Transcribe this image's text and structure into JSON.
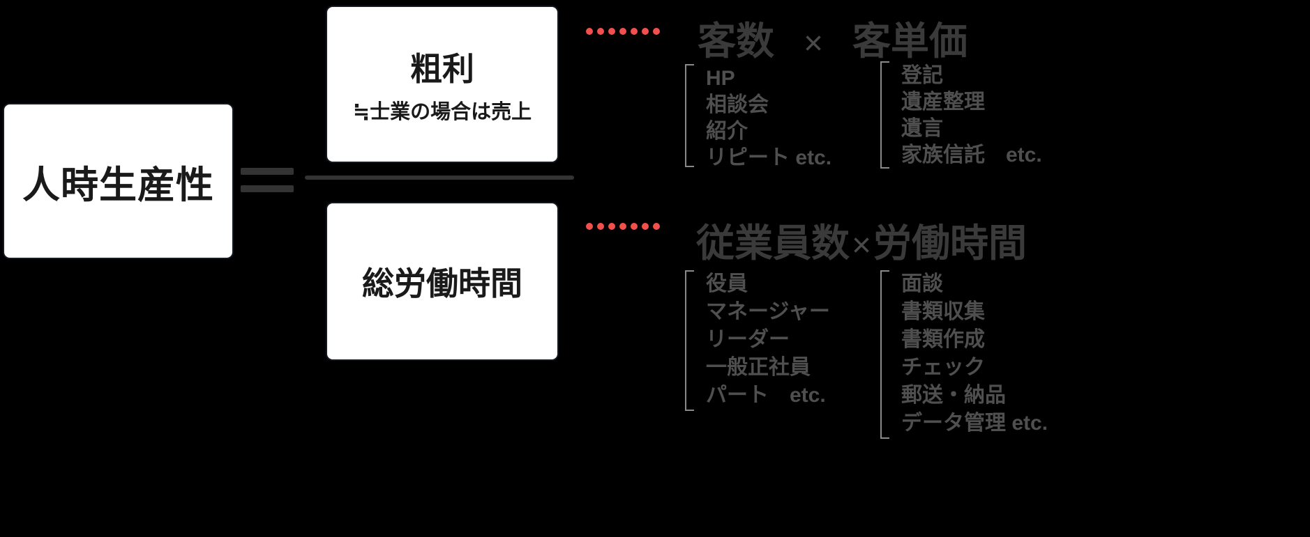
{
  "left_box": {
    "label": "人時生産性"
  },
  "equals_symbol": "=",
  "fraction": {
    "numerator": {
      "title": "粗利",
      "subtitle": "≒士業の場合は売上"
    },
    "denominator": {
      "title": "総労働時間"
    }
  },
  "top_group": {
    "factor1": "客数",
    "operator": "×",
    "factor2": "客単価",
    "factor1_items": [
      "HP",
      "相談会",
      "紹介",
      "リピート etc."
    ],
    "factor2_items": [
      "登記",
      "遺産整理",
      "遺言",
      "家族信託　etc."
    ]
  },
  "bottom_group": {
    "factor1": "従業員数",
    "operator": "×",
    "factor2": "労働時間",
    "factor1_items": [
      "役員",
      "マネージャー",
      "リーダー",
      "一般正社員",
      "パート　etc."
    ],
    "factor2_items": [
      "面談",
      "書類収集",
      "書類作成",
      "チェック",
      "郵送・納品",
      "データ管理 etc."
    ]
  },
  "colors": {
    "background": "#000000",
    "box_fill": "#ffffff",
    "box_text": "#1a1a1a",
    "heading_text": "#3a3a3a",
    "list_text": "#4f4f4f",
    "bracket_gray": "#8a8a8a",
    "accent_red": "#f2504d",
    "line_dark": "#333333"
  }
}
